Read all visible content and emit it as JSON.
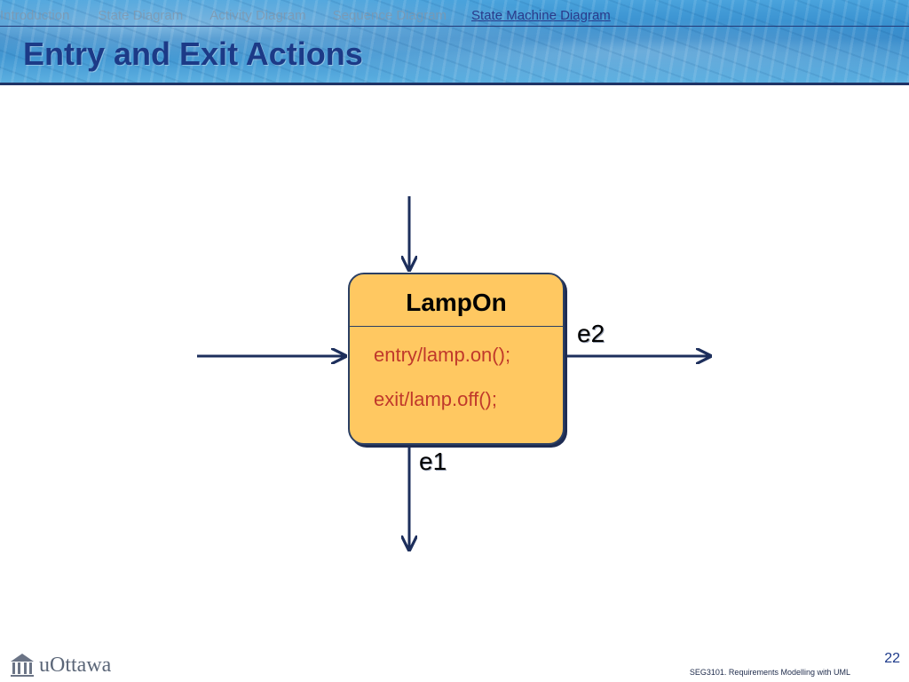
{
  "nav": {
    "items": [
      {
        "label": "Introduction",
        "active": false
      },
      {
        "label": "State Diagram",
        "active": false
      },
      {
        "label": "Activity Diagram",
        "active": false
      },
      {
        "label": "Sequence Diagram",
        "active": false
      },
      {
        "label": "State Machine Diagram",
        "active": true
      }
    ]
  },
  "slide": {
    "title": "Entry and Exit Actions"
  },
  "diagram": {
    "state": {
      "name": "LampOn",
      "entry_action": "entry/lamp.on();",
      "exit_action": "exit/lamp.off();"
    },
    "events": {
      "e1": "e1",
      "e2": "e2"
    }
  },
  "footer": {
    "logo_text": "uOttawa",
    "course": "SEG3101. Requirements Modelling with UML",
    "page_number": "22"
  },
  "colors": {
    "title": "#1c3a87",
    "state_fill": "#ffc861",
    "state_border": "#2b3f63",
    "action_text": "#c0392b",
    "arrow": "#1d2f5c"
  }
}
